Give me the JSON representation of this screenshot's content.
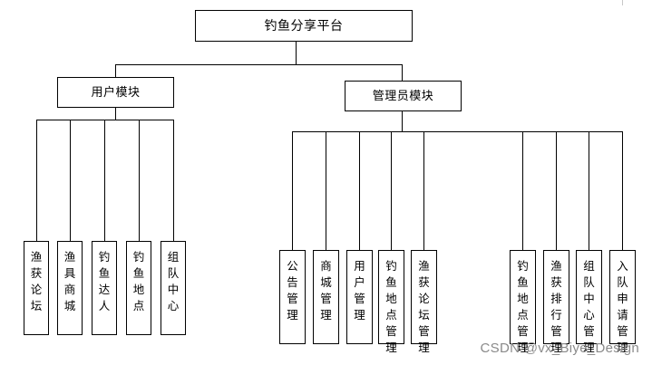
{
  "diagram": {
    "root": {
      "label": "钓鱼分享平台"
    },
    "user_module": {
      "label": "用户模块",
      "children": [
        "渔获论坛",
        "渔具商城",
        "钓鱼达人",
        "钓鱼地点",
        "组队中心"
      ]
    },
    "admin_module": {
      "label": "管理员模块",
      "children": [
        "公告管理",
        "商城管理",
        "用户管理",
        "钓鱼地点管理",
        "渔获论坛管理",
        "钓鱼地点管理",
        "渔获排行管理",
        "组队中心管理",
        "入队申请管理"
      ]
    }
  },
  "watermark": "CSDN @vx_Biye_Design"
}
